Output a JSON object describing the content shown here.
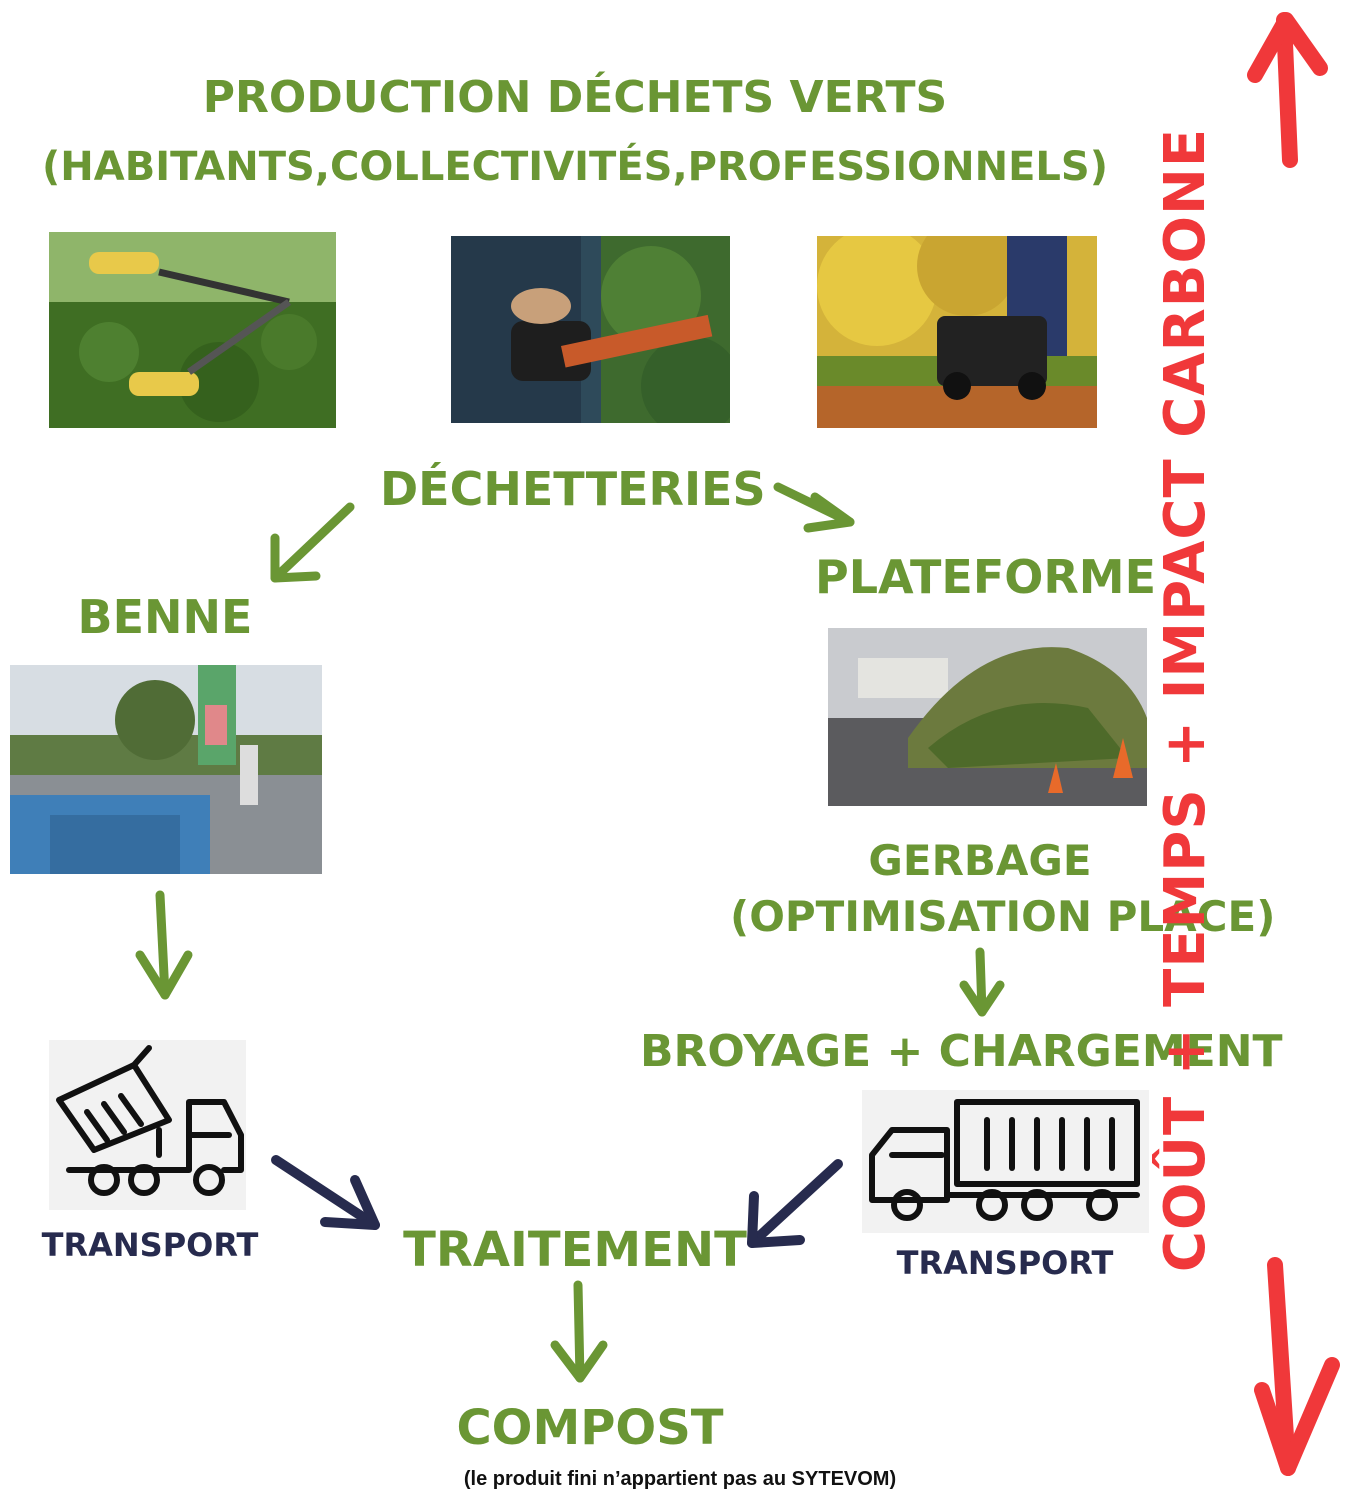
{
  "title": {
    "line1": "PRODUCTION DÉCHETS VERTS",
    "line2": "(HABITANTS,COLLECTIVITÉS,PROFESSIONNELS)"
  },
  "nodes": {
    "decheteries": "DÉCHETTERIES",
    "benne": "BENNE",
    "plateforme": "PLATEFORME",
    "gerbage_line1": "GERBAGE",
    "gerbage_line2": "(OPTIMISATION PLACE)",
    "broyage": "BROYAGE + CHARGEMENT",
    "transport_left": "TRANSPORT",
    "transport_right": "TRANSPORT",
    "traitement": "TRAITEMENT",
    "compost": "COMPOST"
  },
  "footnote": "(le produit fini n’appartient pas au SYTEVOM)",
  "side_axis": "COÛT + TEMPS + IMPACT CARBONE",
  "colors": {
    "green": "#6a9634",
    "navy": "#272b4e",
    "red": "#f0383a"
  },
  "photos": [
    "hedge-shears-photo",
    "hedge-trimmer-photo",
    "lawn-mower-photo",
    "benne-photo",
    "plateforme-photo"
  ],
  "icons": [
    "dump-truck-icon",
    "container-truck-icon"
  ]
}
